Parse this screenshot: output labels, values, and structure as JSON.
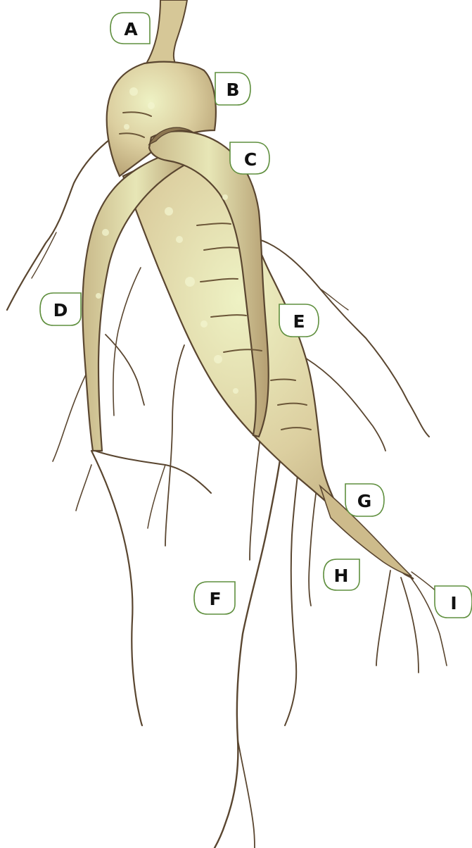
{
  "labels": [
    {
      "id": "A",
      "text": "A"
    },
    {
      "id": "B",
      "text": "B"
    },
    {
      "id": "C",
      "text": "C"
    },
    {
      "id": "D",
      "text": "D"
    },
    {
      "id": "E",
      "text": "E"
    },
    {
      "id": "F",
      "text": "F"
    },
    {
      "id": "G",
      "text": "G"
    },
    {
      "id": "H",
      "text": "H"
    },
    {
      "id": "I",
      "text": "I"
    }
  ],
  "colors": {
    "root_fill": "#dccfa0",
    "root_highlight": "#eef2c4",
    "root_outline": "#5a4630",
    "label_border": "#5f8f3e",
    "label_text": "#111111"
  }
}
